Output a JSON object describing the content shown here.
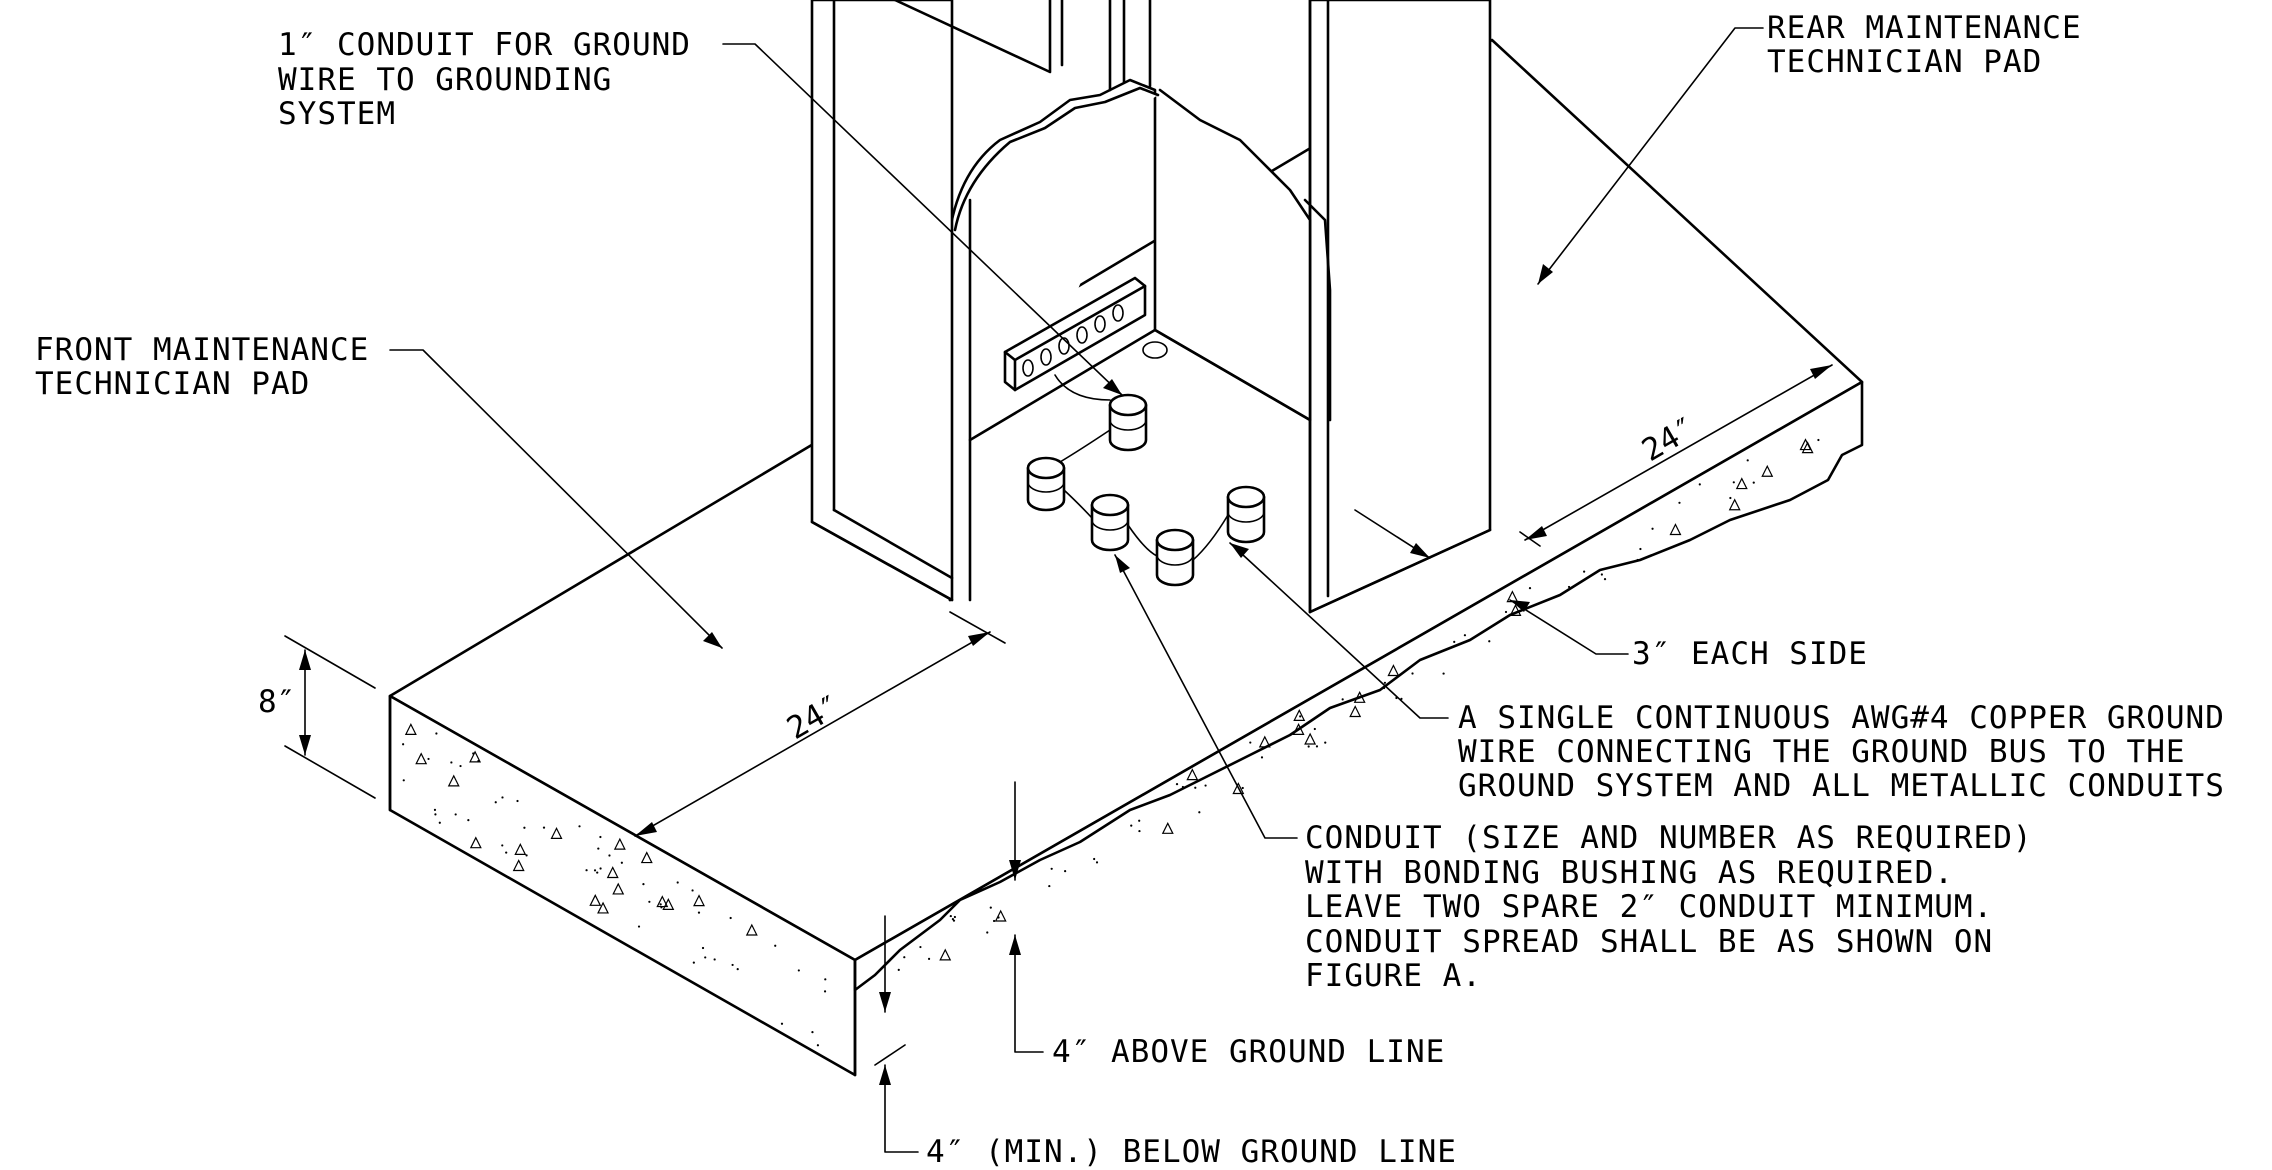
{
  "labels": {
    "ground_conduit": [
      "1″ CONDUIT FOR GROUND",
      "WIRE TO GROUNDING",
      "SYSTEM"
    ],
    "rear_pad": [
      "REAR MAINTENANCE",
      "TECHNICIAN PAD"
    ],
    "front_pad": [
      "FRONT MAINTENANCE",
      "TECHNICIAN PAD"
    ],
    "each_side": "3″ EACH SIDE",
    "copper_wire": [
      "A SINGLE CONTINUOUS AWG#4 COPPER GROUND",
      "WIRE CONNECTING THE GROUND BUS TO THE",
      "GROUND SYSTEM AND ALL METALLIC CONDUITS"
    ],
    "conduit_note": [
      "CONDUIT (SIZE AND NUMBER AS REQUIRED)",
      "WITH BONDING BUSHING AS REQUIRED.",
      "LEAVE TWO SPARE 2″ CONDUIT MINIMUM.",
      "CONDUIT SPREAD SHALL BE AS SHOWN ON",
      "FIGURE A."
    ],
    "above_ground": "4″ ABOVE GROUND LINE",
    "below_ground": "4″ (MIN.) BELOW GROUND LINE"
  },
  "dimensions": {
    "slab_thickness": "8″",
    "front_pad_width": "24″",
    "rear_pad_width": "24″"
  }
}
